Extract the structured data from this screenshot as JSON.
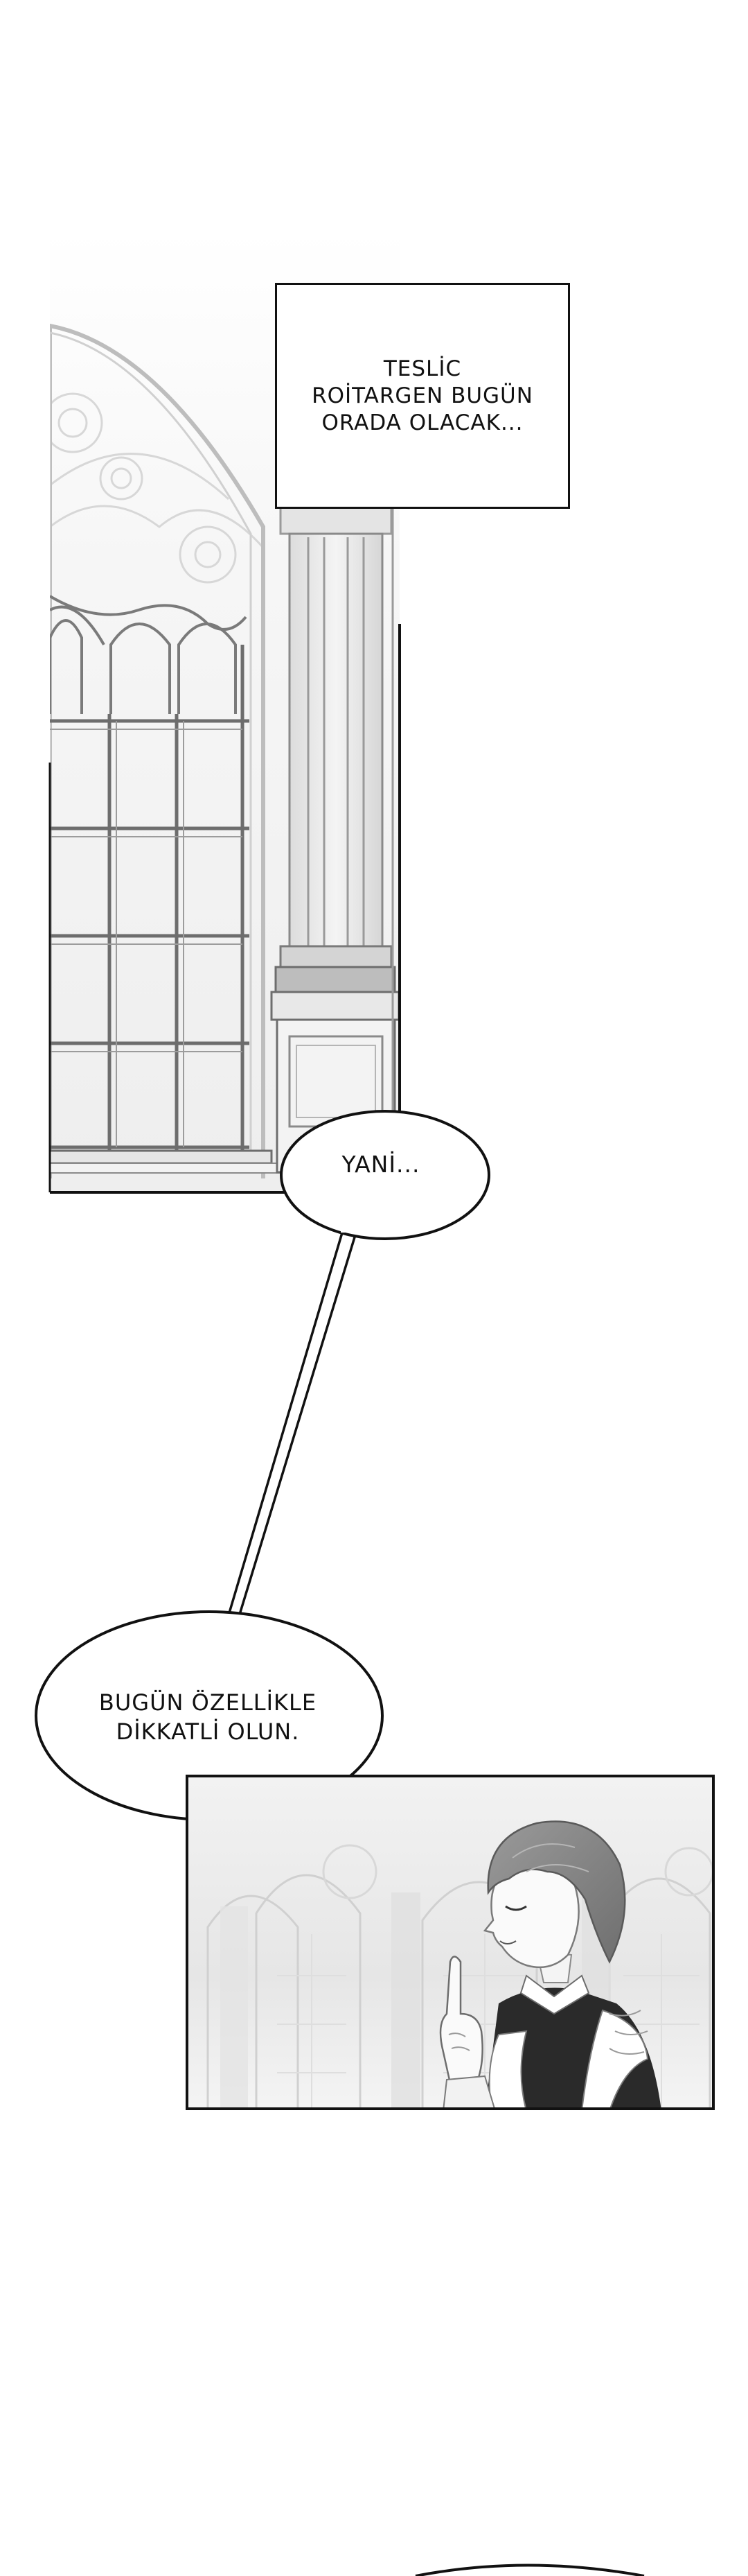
{
  "panels": {
    "caption": {
      "text": "TESLİC\nROİTARGEN BUGÜN\nORADA OLACAK..."
    },
    "bubble_1": {
      "text": "YANİ..."
    },
    "bubble_2": {
      "text": "BUGÜN ÖZELLİKLE\nDİKKATLİ OLUN."
    }
  },
  "colors": {
    "ink": "#111111",
    "paper": "#ffffff",
    "stone_light": "#ececec",
    "stone_mid": "#cfcfcf",
    "hair": "#8a8a8a",
    "uniform": "#2a2a2a"
  }
}
